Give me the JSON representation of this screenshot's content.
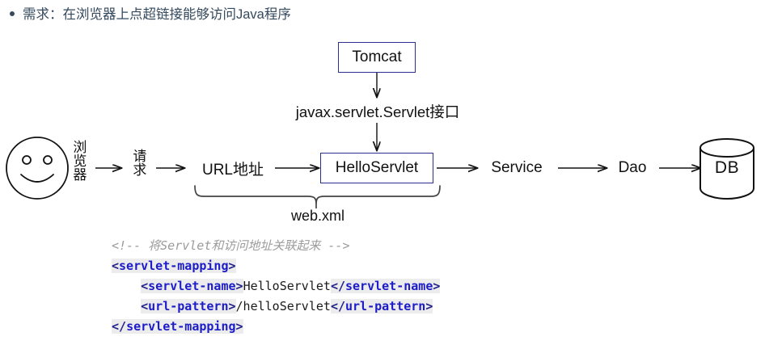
{
  "bullet": {
    "marker": "bullet-dot",
    "text": "需求：在浏览器上点超链接能够访问Java程序"
  },
  "diagram": {
    "nodes": {
      "tomcat": "Tomcat",
      "servlet_interface": "javax.servlet.Servlet接口",
      "browser": "浏览器",
      "request": "请求",
      "url_address": "URL地址",
      "hello_servlet": "HelloServlet",
      "service": "Service",
      "dao": "Dao",
      "db": "DB",
      "web_xml": "web.xml"
    },
    "colors": {
      "box_border": "#2b2f8f",
      "line": "#111111",
      "text": "#111111",
      "bullet_text": "#34495e"
    }
  },
  "code": {
    "lines": [
      {
        "id": "comment",
        "tokens": [
          {
            "type": "comment",
            "text": "<!-- 将Servlet和访问地址关联起来 -->"
          }
        ]
      },
      {
        "id": "open-servlet-mapping",
        "tokens": [
          {
            "type": "bracket",
            "text": "<"
          },
          {
            "type": "tag",
            "text": "servlet-mapping"
          },
          {
            "type": "bracket",
            "text": ">"
          }
        ]
      },
      {
        "id": "servlet-name",
        "tokens": [
          {
            "type": "indent",
            "text": "    "
          },
          {
            "type": "bracket",
            "text": "<"
          },
          {
            "type": "tag",
            "text": "servlet-name"
          },
          {
            "type": "bracket",
            "text": ">"
          },
          {
            "type": "text",
            "text": "HelloServlet"
          },
          {
            "type": "bracket",
            "text": "</"
          },
          {
            "type": "tag",
            "text": "servlet-name"
          },
          {
            "type": "bracket",
            "text": ">"
          }
        ]
      },
      {
        "id": "url-pattern",
        "tokens": [
          {
            "type": "indent",
            "text": "    "
          },
          {
            "type": "bracket",
            "text": "<"
          },
          {
            "type": "tag",
            "text": "url-pattern"
          },
          {
            "type": "bracket",
            "text": ">"
          },
          {
            "type": "text",
            "text": "/helloServlet"
          },
          {
            "type": "bracket",
            "text": "</"
          },
          {
            "type": "tag",
            "text": "url-pattern"
          },
          {
            "type": "bracket",
            "text": ">"
          }
        ]
      },
      {
        "id": "close-servlet-mapping",
        "tokens": [
          {
            "type": "bracket",
            "text": "</"
          },
          {
            "type": "tag",
            "text": "servlet-mapping"
          },
          {
            "type": "bracket",
            "text": ">"
          }
        ]
      }
    ]
  }
}
